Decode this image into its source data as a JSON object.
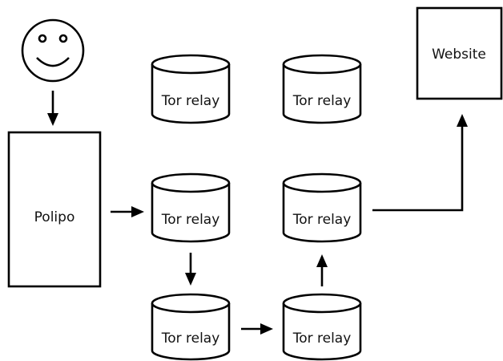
{
  "diagram": {
    "user": {
      "icon": "smiley-face-icon"
    },
    "proxy": {
      "label": "Polipo"
    },
    "website": {
      "label": "Website"
    },
    "relays": {
      "top_left": "Tor relay",
      "top_right": "Tor relay",
      "mid_left": "Tor relay",
      "mid_right": "Tor relay",
      "bottom_left": "Tor relay",
      "bottom_right": "Tor relay"
    },
    "colors": {
      "stroke": "#000000",
      "fill": "#ffffff"
    }
  }
}
